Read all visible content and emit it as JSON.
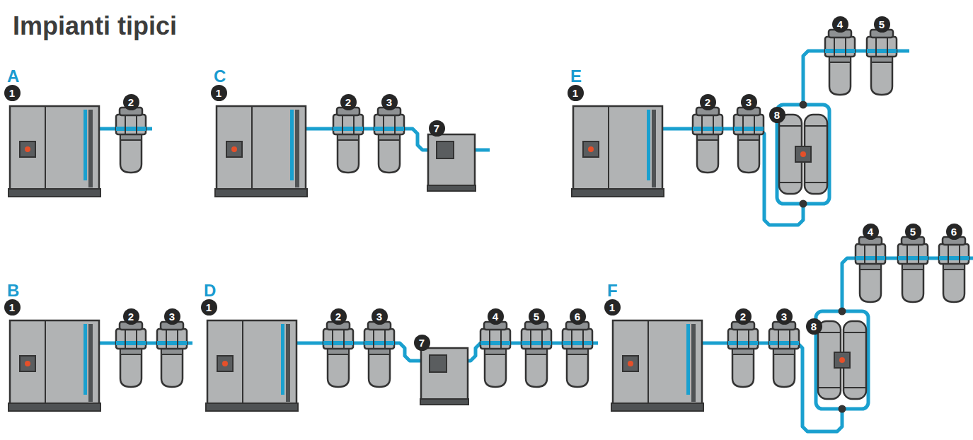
{
  "diagram": {
    "title": "Impianti tipici",
    "labels": [
      "A",
      "1",
      "2",
      "C",
      "1",
      "2",
      "3",
      "7",
      "E",
      "1",
      "2",
      "3",
      "8",
      "4",
      "5",
      "B",
      "1",
      "2",
      "3",
      "D",
      "1",
      "2",
      "3",
      "7",
      "4",
      "5",
      "6",
      "F",
      "1",
      "2",
      "3",
      "8",
      "4",
      "5",
      "6"
    ]
  }
}
